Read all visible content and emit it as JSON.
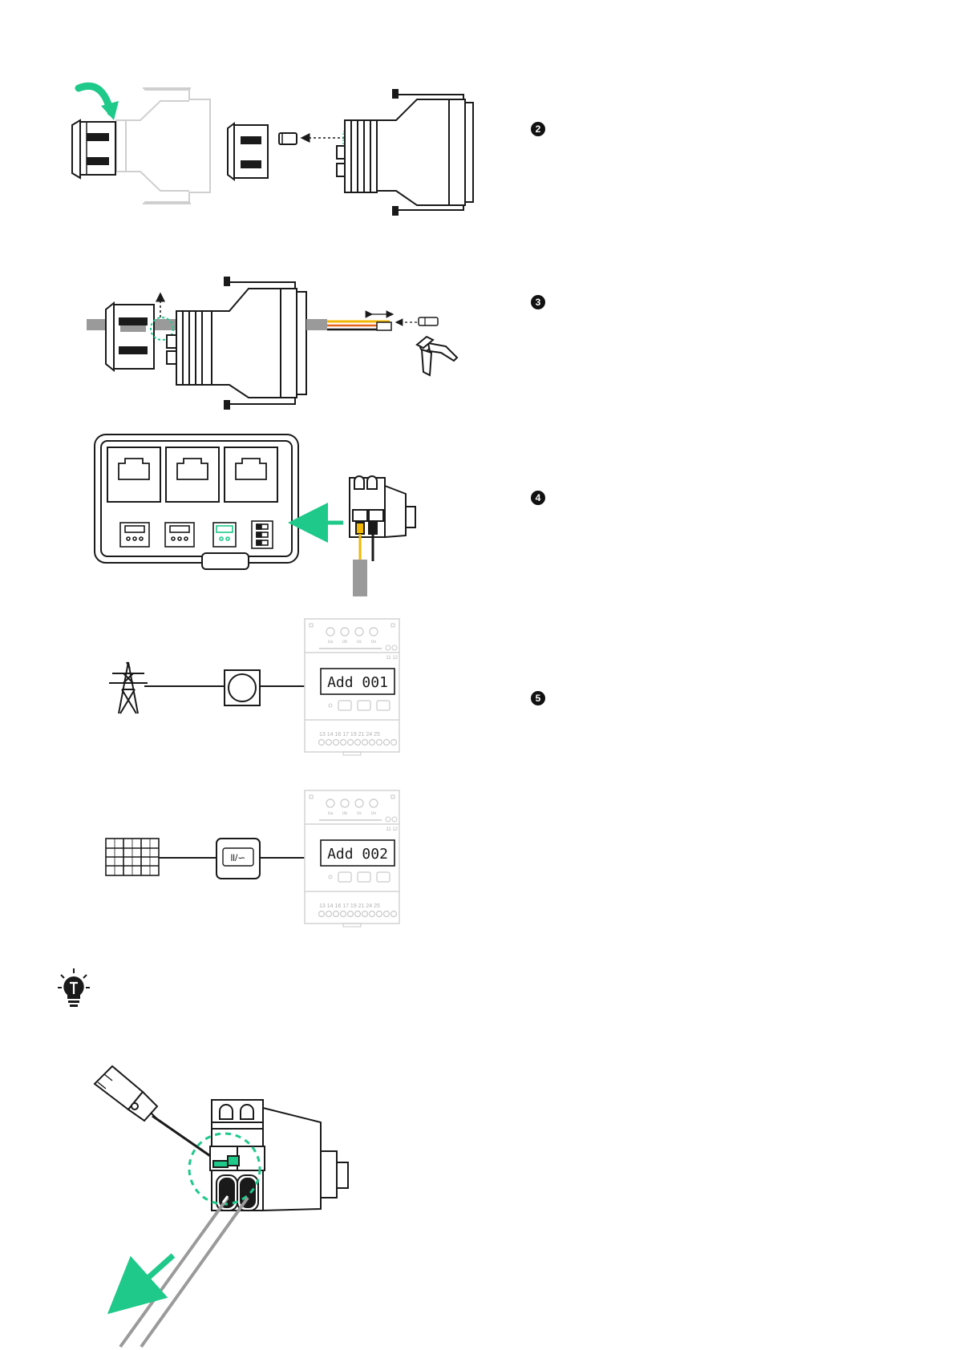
{
  "steps": {
    "step2": "2",
    "step3": "3",
    "step4": "4",
    "step5": "5"
  },
  "meter1": {
    "top_labels": [
      "Ua",
      "Ub",
      "Uc",
      "Un"
    ],
    "side_numbers": "11 12",
    "display": "Add 001",
    "terminal_numbers": "13 14 16 17 19 21 24 25"
  },
  "meter2": {
    "top_labels": [
      "Ua",
      "Ub",
      "Uc",
      "Un"
    ],
    "side_numbers": "11 12",
    "display": "Add 002",
    "terminal_numbers": "13 14 16 17 19 21 24 25"
  },
  "inverter_symbol": "ll/∽",
  "colors": {
    "accent": "#1ec98a",
    "line": "#1a1a1a",
    "faint": "#c9c9c9",
    "cable_gray": "#9a9a9a",
    "wire_yellow": "#f2b705",
    "wire_orange": "#e8641e"
  }
}
